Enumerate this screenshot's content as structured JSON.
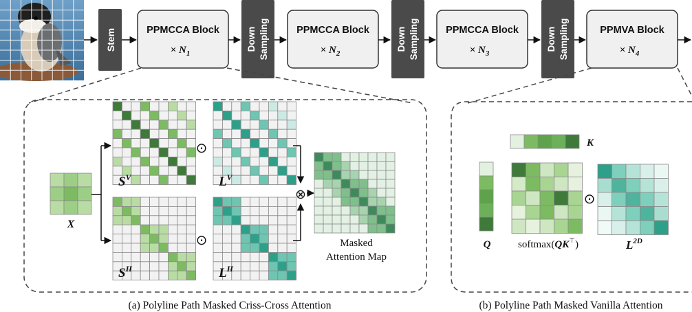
{
  "pipeline": {
    "stem_label": "Stem",
    "downsampling_label": "Down Sampling",
    "blocks": [
      {
        "title": "PPMCCA Block",
        "mult": "× N",
        "sub": "1"
      },
      {
        "title": "PPMCCA Block",
        "mult": "× N",
        "sub": "2"
      },
      {
        "title": "PPMCCA Block",
        "mult": "× N",
        "sub": "3"
      },
      {
        "title": "PPMVA Block",
        "mult": "× N",
        "sub": "4"
      }
    ]
  },
  "panel_a": {
    "caption": "(a) Polyline Path Masked Criss-Cross Attention",
    "x_label": "X",
    "sv_main": "S",
    "sv_sup": "V",
    "lv_main": "L",
    "lv_sup": "V",
    "sh_main": "S",
    "sh_sup": "H",
    "lh_main": "L",
    "lh_sup": "H",
    "odot": "⊙",
    "otimes": "⊗",
    "masked_line1": "Masked",
    "masked_line2": "Attention Map"
  },
  "panel_b": {
    "caption": "(b) Polyline Path Masked Vanilla Attention",
    "k_label": "K",
    "q_label": "Q",
    "softmax_prefix": "softmax(",
    "softmax_qk": "QK",
    "softmax_sup": "⊤",
    "softmax_suffix": ")",
    "l2d_main": "L",
    "l2d_sup": "2D",
    "odot": "⊙"
  },
  "colors": {
    "dark_box": "#4a4a4a",
    "block_fill": "#f0f0f0",
    "green_dark": "#3f7a3a",
    "green_mid": "#7dbb62",
    "green_light": "#b9dca4",
    "teal_dark": "#2ea08a",
    "teal_mid": "#6ec5b2",
    "teal_light": "#cbeae3"
  }
}
